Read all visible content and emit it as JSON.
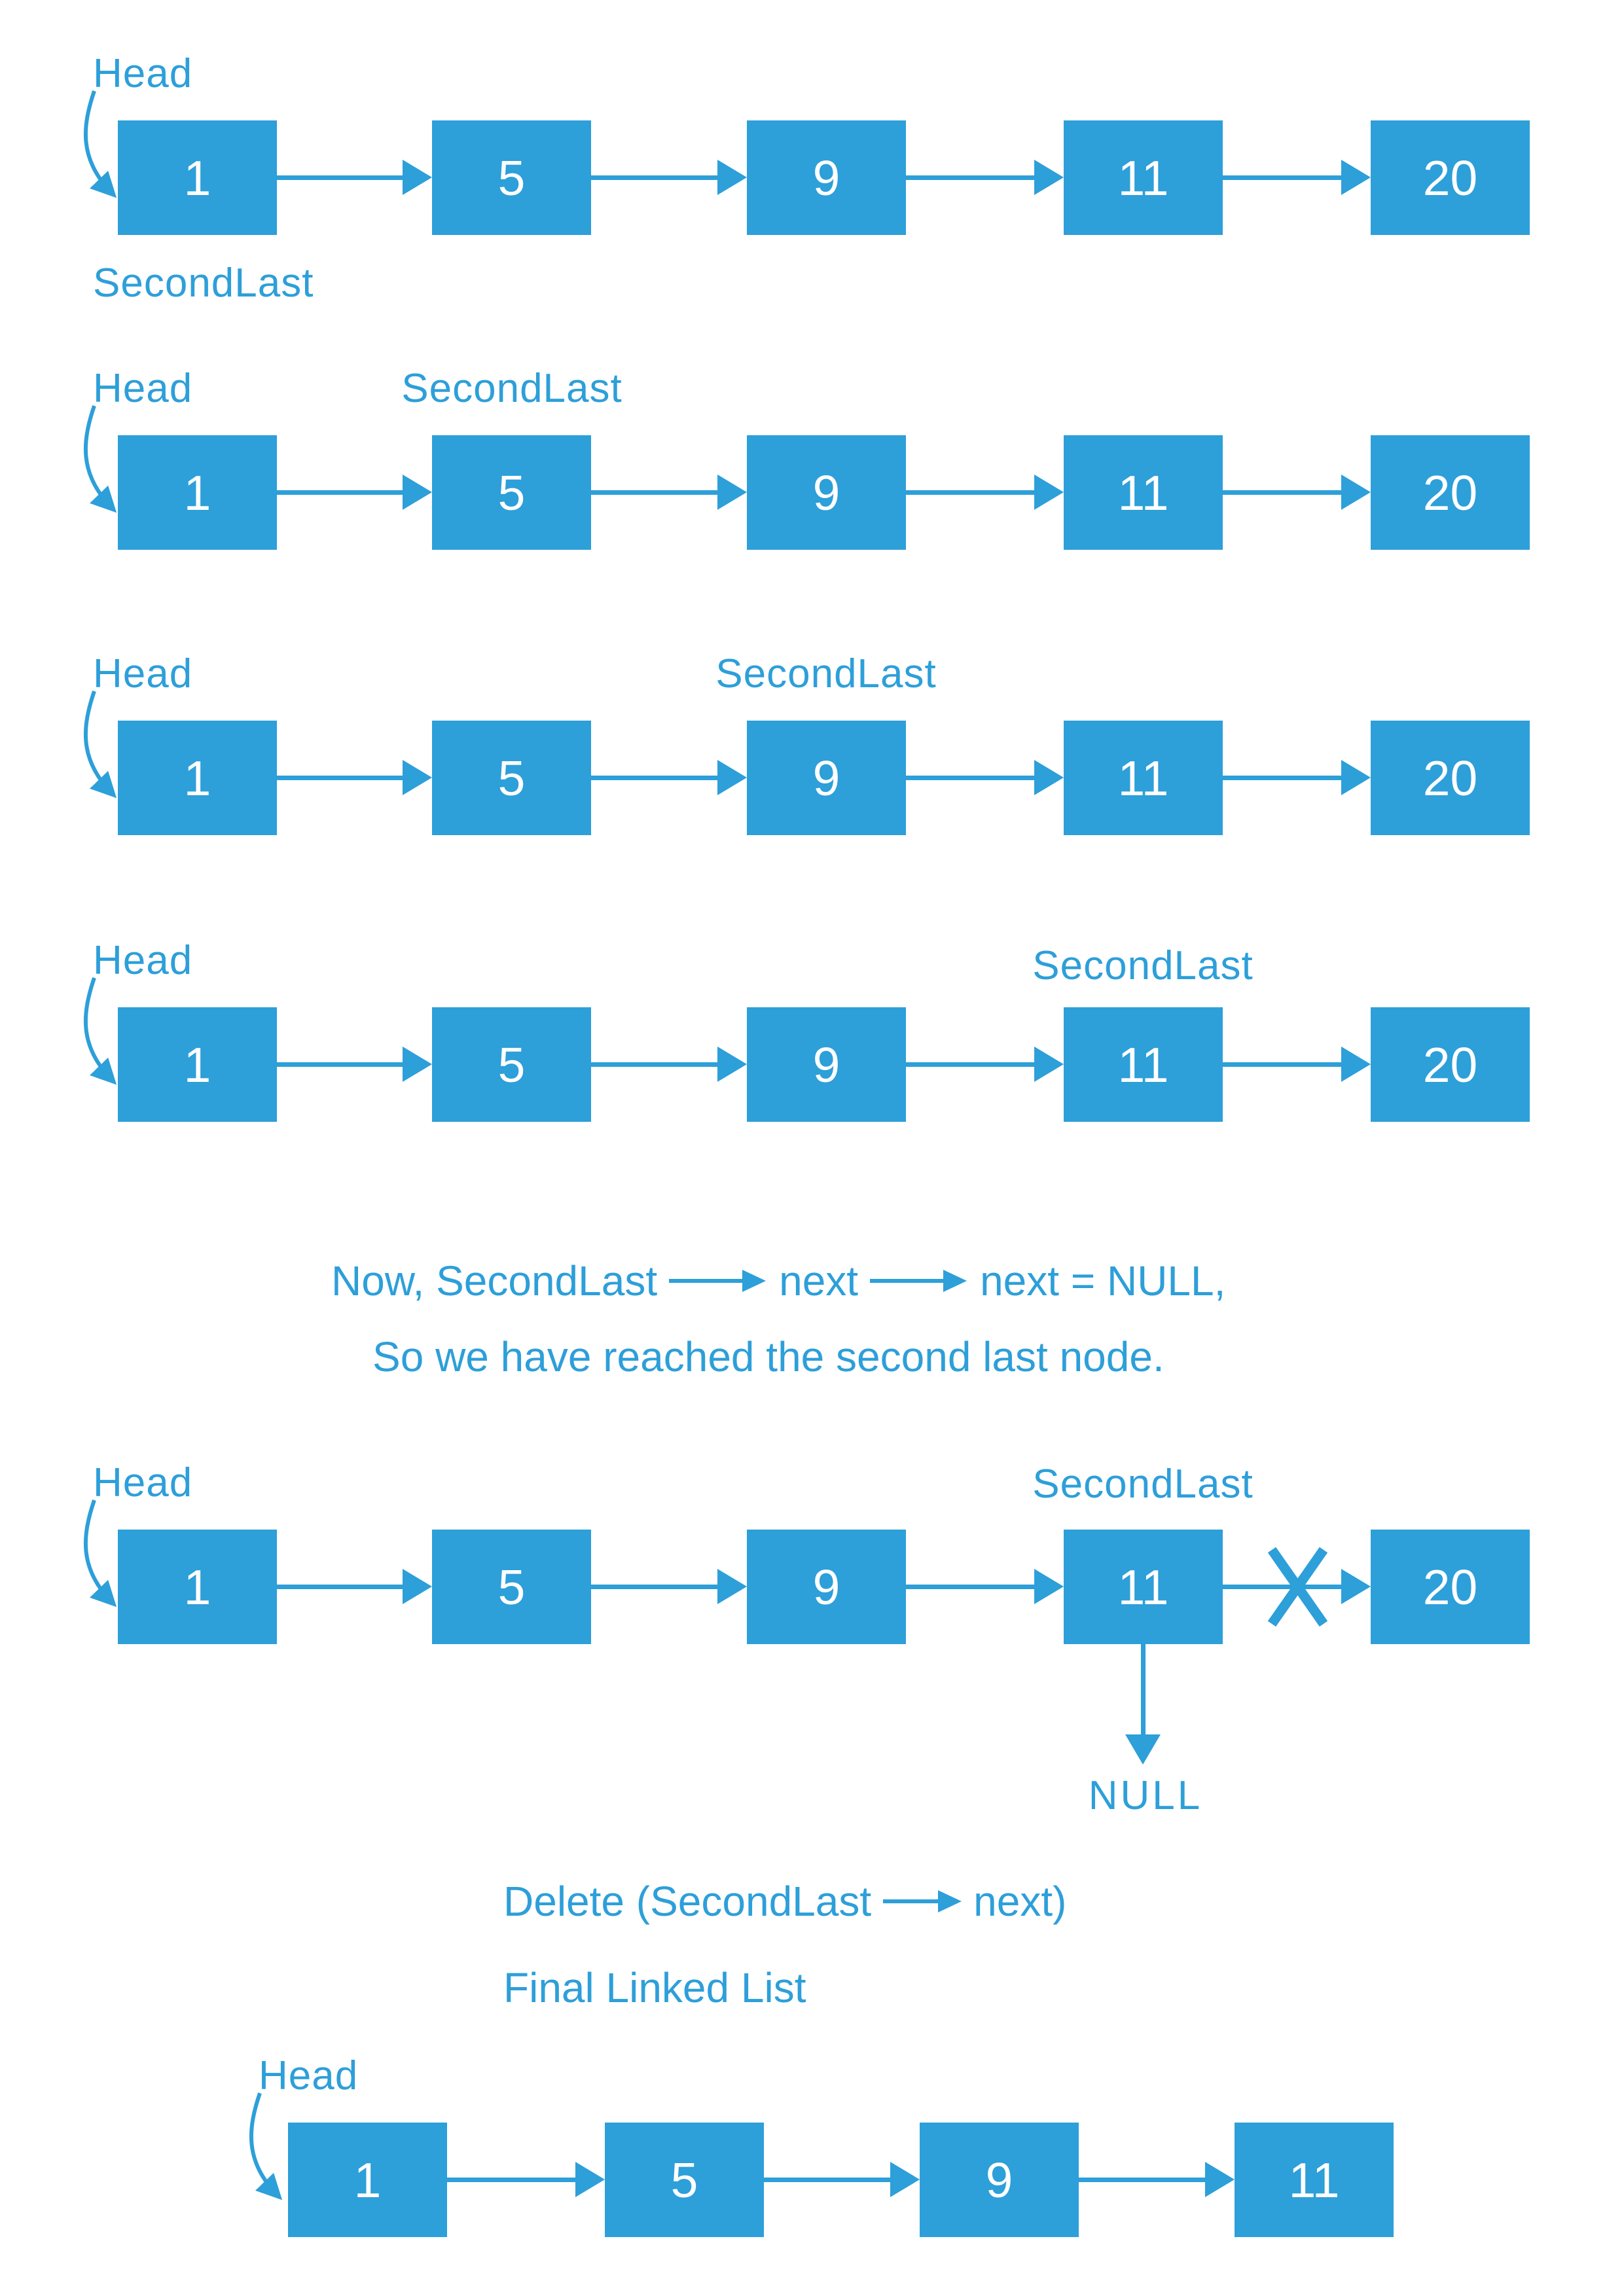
{
  "colors": {
    "accent": "#2D9FD9",
    "node_text": "#ffffff",
    "background": "#ffffff"
  },
  "labels": {
    "head": "Head",
    "second_last": "SecondLast",
    "null_label": "NULL"
  },
  "steps": [
    {
      "name": "secondlast-at-head",
      "nodes": [
        "1",
        "5",
        "9",
        "11",
        "20"
      ],
      "second_last_position": "below node 1"
    },
    {
      "name": "secondlast-at-node-5",
      "nodes": [
        "1",
        "5",
        "9",
        "11",
        "20"
      ],
      "second_last_position": "above node 5"
    },
    {
      "name": "secondlast-at-node-9",
      "nodes": [
        "1",
        "5",
        "9",
        "11",
        "20"
      ],
      "second_last_position": "above node 9"
    },
    {
      "name": "secondlast-at-node-11",
      "nodes": [
        "1",
        "5",
        "9",
        "11",
        "20"
      ],
      "second_last_position": "above node 11"
    },
    {
      "name": "unlink-last-node",
      "nodes": [
        "1",
        "5",
        "9",
        "11",
        "20"
      ],
      "second_last_position": "above node 11",
      "broken_link": "11 to 20",
      "null_pointer_from": "11"
    },
    {
      "name": "final-linked-list",
      "nodes": [
        "1",
        "5",
        "9",
        "11"
      ]
    }
  ],
  "captions": {
    "now_part1": "Now, SecondLast",
    "now_part2": "next",
    "now_part3": "next = NULL,",
    "reached_line": "So we have reached the second last node.",
    "delete_part1": "Delete (SecondLast",
    "delete_part2": "next)",
    "final_title": "Final Linked List"
  }
}
